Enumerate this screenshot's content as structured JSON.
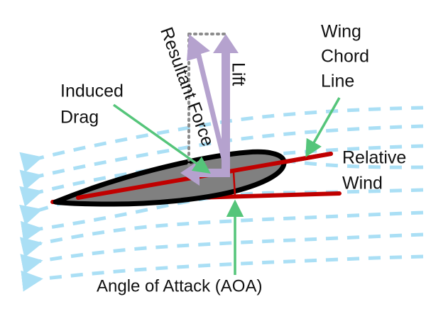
{
  "diagram": {
    "title": "Airfoil Aerodynamic Forces Diagram",
    "background_color": "#ffffff"
  },
  "labels": {
    "induced_drag_line1": "Induced",
    "induced_drag_line2": "Drag",
    "resultant_force": "Resultant Force",
    "lift": "Lift",
    "wing_chord_line1": "Wing",
    "wing_chord_line2": "Chord",
    "wing_chord_line3": "Line",
    "relative_wind_line1": "Relative",
    "relative_wind_line2": "Wind",
    "angle_of_attack": "Angle of Attack (AOA)"
  },
  "colors": {
    "force_vector": "#b5a2ce",
    "force_vector_stroke": "#b5a2ce",
    "construction_dotted": "#8c8c8c",
    "pointer_arrow": "#55c57a",
    "chord_line": "#c00000",
    "relative_wind_line": "#c00000",
    "airfoil_fill": "#808080",
    "airfoil_outline": "#000000",
    "streamline": "#aadff5",
    "text": "#111111"
  },
  "elements": {
    "airfoil": "airfoil-cross-section",
    "lift_vector": "lift-force-vector",
    "drag_vector": "induced-drag-vector",
    "resultant_vector": "resultant-force-vector",
    "streamlines": "relative-airflow-streamlines",
    "aoa_marker": "angle-of-attack-marker"
  }
}
